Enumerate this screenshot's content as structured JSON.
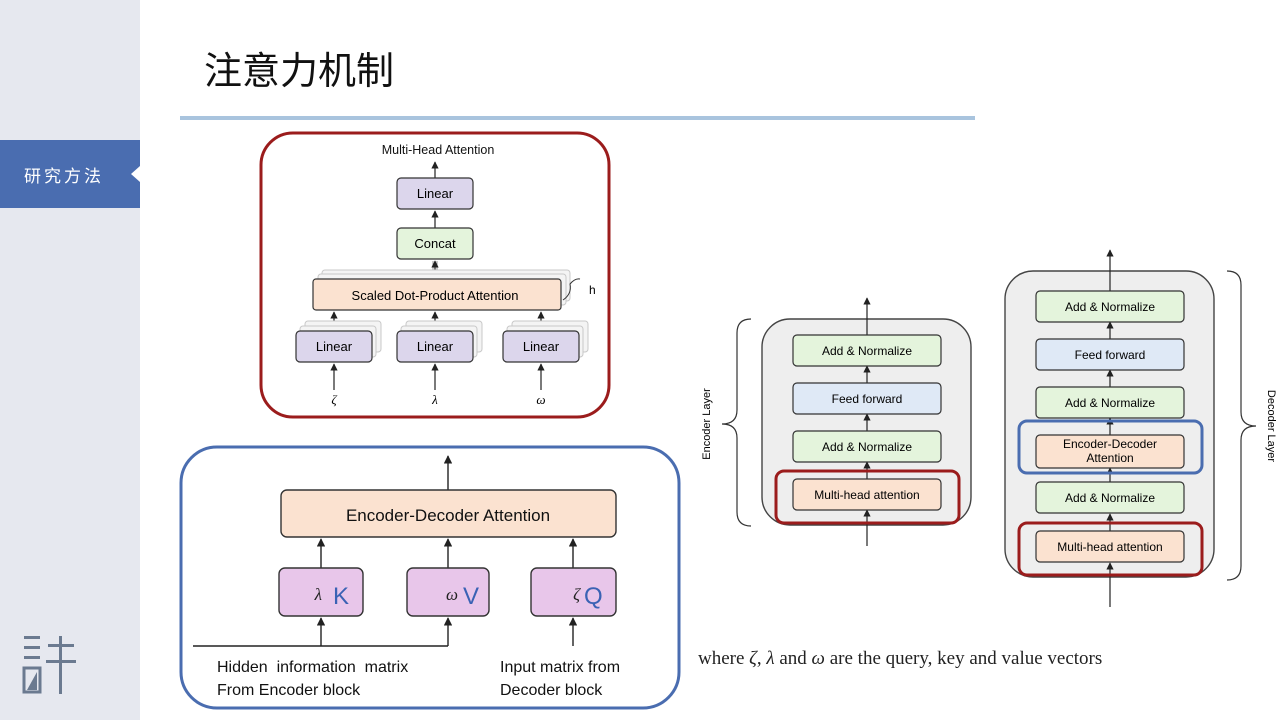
{
  "slide": {
    "title": "注意力机制",
    "nav_label": "研究方法"
  },
  "colors": {
    "nav_tab": "#4a6db0",
    "red_frame": "#9b1c1c",
    "blue_frame": "#4a6db0",
    "linear_box": "#dcd6ec",
    "concat_box": "#e4f4dc",
    "attention_box": "#fbe2d0",
    "kvq_box": "#e8c6ea"
  },
  "mha": {
    "title": "Multi-Head Attention",
    "linear_top": "Linear",
    "concat": "Concat",
    "sdpa": "Scaled Dot-Product Attention",
    "h": "h",
    "linear_inputs": [
      "Linear",
      "Linear",
      "Linear"
    ],
    "inputs": [
      "ζ",
      "λ",
      "ω"
    ]
  },
  "encdec": {
    "attention": "Encoder-Decoder Attention",
    "k_sym": "λ",
    "k_letter": "K",
    "v_sym": "ω",
    "v_letter": "V",
    "q_sym": "ζ",
    "q_letter": "Q",
    "left_label_1": "Hidden  information  matrix",
    "left_label_2": "From Encoder block",
    "right_label_1": "Input matrix from",
    "right_label_2": "Decoder block"
  },
  "encoder": {
    "label": "Encoder Layer",
    "blocks": [
      "Add & Normalize",
      "Feed forward",
      "Add & Normalize",
      "Multi-head attention"
    ]
  },
  "decoder": {
    "label": "Decoder Layer",
    "blocks": [
      "Add & Normalize",
      "Feed forward",
      "Add & Normalize",
      "Encoder-Decoder",
      "Attention",
      "Add & Normalize",
      "Multi-head attention"
    ]
  },
  "caption": {
    "where": "where",
    "zeta": "ζ",
    "comma": ",",
    "lambda": "λ",
    "and": "and",
    "omega": "ω",
    "rest": "are the query, key and value vectors"
  }
}
